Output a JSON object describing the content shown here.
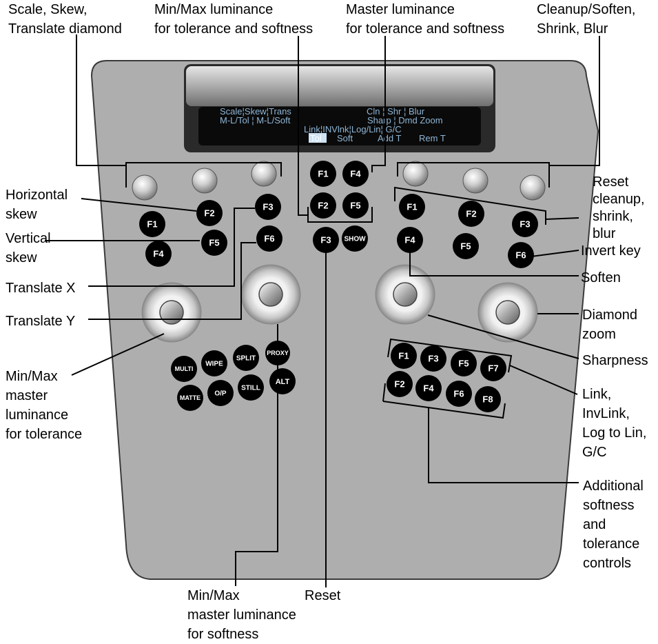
{
  "callouts": {
    "scale_skew": [
      "Scale, Skew,",
      "Translate diamond"
    ],
    "minmax_lum": [
      "Min/Max luminance",
      "for tolerance and softness"
    ],
    "master_lum": [
      "Master luminance",
      "for tolerance and softness"
    ],
    "cleanup": [
      "Cleanup/Soften,",
      "Shrink, Blur"
    ],
    "horizontal_skew": [
      "Horizontal",
      "skew"
    ],
    "vertical_skew": [
      "Vertical",
      "skew"
    ],
    "translate_x": [
      "Translate X"
    ],
    "translate_y": [
      "Translate Y"
    ],
    "minmax_tol": [
      "Min/Max",
      "master",
      "luminance",
      "for tolerance"
    ],
    "reset_cleanup": [
      "Reset",
      "cleanup,",
      "shrink,",
      "blur"
    ],
    "invert_key": [
      "Invert key"
    ],
    "soften": [
      "Soften"
    ],
    "diamond_zoom": [
      "Diamond",
      "zoom"
    ],
    "sharpness": [
      "Sharpness"
    ],
    "link": [
      "Link,",
      "InvLink,",
      "Log to Lin,",
      "G/C"
    ],
    "additional": [
      "Additional",
      "softness",
      "and",
      "tolerance",
      "controls"
    ],
    "minmax_soft": [
      "Min/Max",
      "master luminance",
      "for softness"
    ],
    "reset": [
      "Reset"
    ]
  },
  "lcd": {
    "left_row1": "Scale¦Skew¦Trans",
    "left_row2": "M-L/Tol  ¦  M-L/Soft",
    "mid_row1": "Link¦INVlnk¦Log/Lin¦  G/C",
    "tol": "Tol",
    "soft": "Soft",
    "add_t": "Add T",
    "rem_t": "Rem T",
    "right_row1": "Cln  ¦  Shr  ¦  Blur",
    "right_row2": "Sharp  ¦  Dmd Zoom"
  },
  "buttons": {
    "f1": "F1",
    "f2": "F2",
    "f3": "F3",
    "f4": "F4",
    "f5": "F5",
    "f6": "F6",
    "f7": "F7",
    "f8": "F8",
    "show": "SHOW",
    "multi": "MULTI",
    "wipe": "WIPE",
    "split": "SPLIT",
    "proxy": "PROXY",
    "matte": "MATTE",
    "op": "O/P",
    "still": "STILL",
    "alt": "ALT"
  },
  "colors": {
    "panel": "#aeaeae",
    "lcd_bg": "#0a0a0a",
    "lcd_text": "#8fb6d6",
    "button": "#000000"
  }
}
